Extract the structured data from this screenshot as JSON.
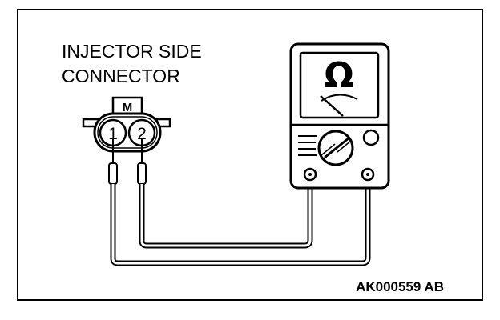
{
  "connector": {
    "title_line1": "INJECTOR SIDE",
    "title_line2": "CONNECTOR",
    "marking": "M",
    "pin1": "1",
    "pin2": "2"
  },
  "meter": {
    "unit_symbol": "Ω"
  },
  "figure_code": "AK000559 AB"
}
